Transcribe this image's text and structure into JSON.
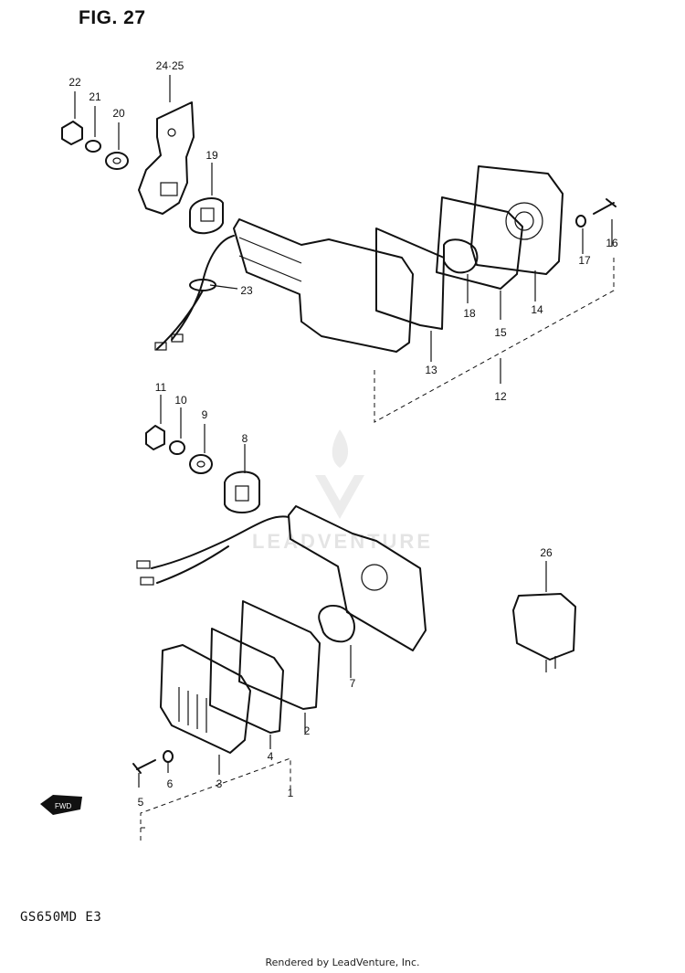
{
  "figure": {
    "title": "FIG. 27",
    "model": "GS650MD  E3"
  },
  "callouts": [
    {
      "label": "24·25"
    },
    {
      "label": "22"
    },
    {
      "label": "21"
    },
    {
      "label": "20"
    },
    {
      "label": "19"
    },
    {
      "label": "23"
    },
    {
      "label": "16"
    },
    {
      "label": "17"
    },
    {
      "label": "14"
    },
    {
      "label": "18"
    },
    {
      "label": "15"
    },
    {
      "label": "13"
    },
    {
      "label": "12"
    },
    {
      "label": "11"
    },
    {
      "label": "10"
    },
    {
      "label": "9"
    },
    {
      "label": "8"
    },
    {
      "label": "26"
    },
    {
      "label": "7"
    },
    {
      "label": "2"
    },
    {
      "label": "4"
    },
    {
      "label": "3"
    },
    {
      "label": "6"
    },
    {
      "label": "5"
    },
    {
      "label": "1"
    }
  ],
  "watermark": {
    "text": "LEADVENTURE"
  },
  "credit": {
    "text": "Rendered by LeadVenture, Inc."
  }
}
